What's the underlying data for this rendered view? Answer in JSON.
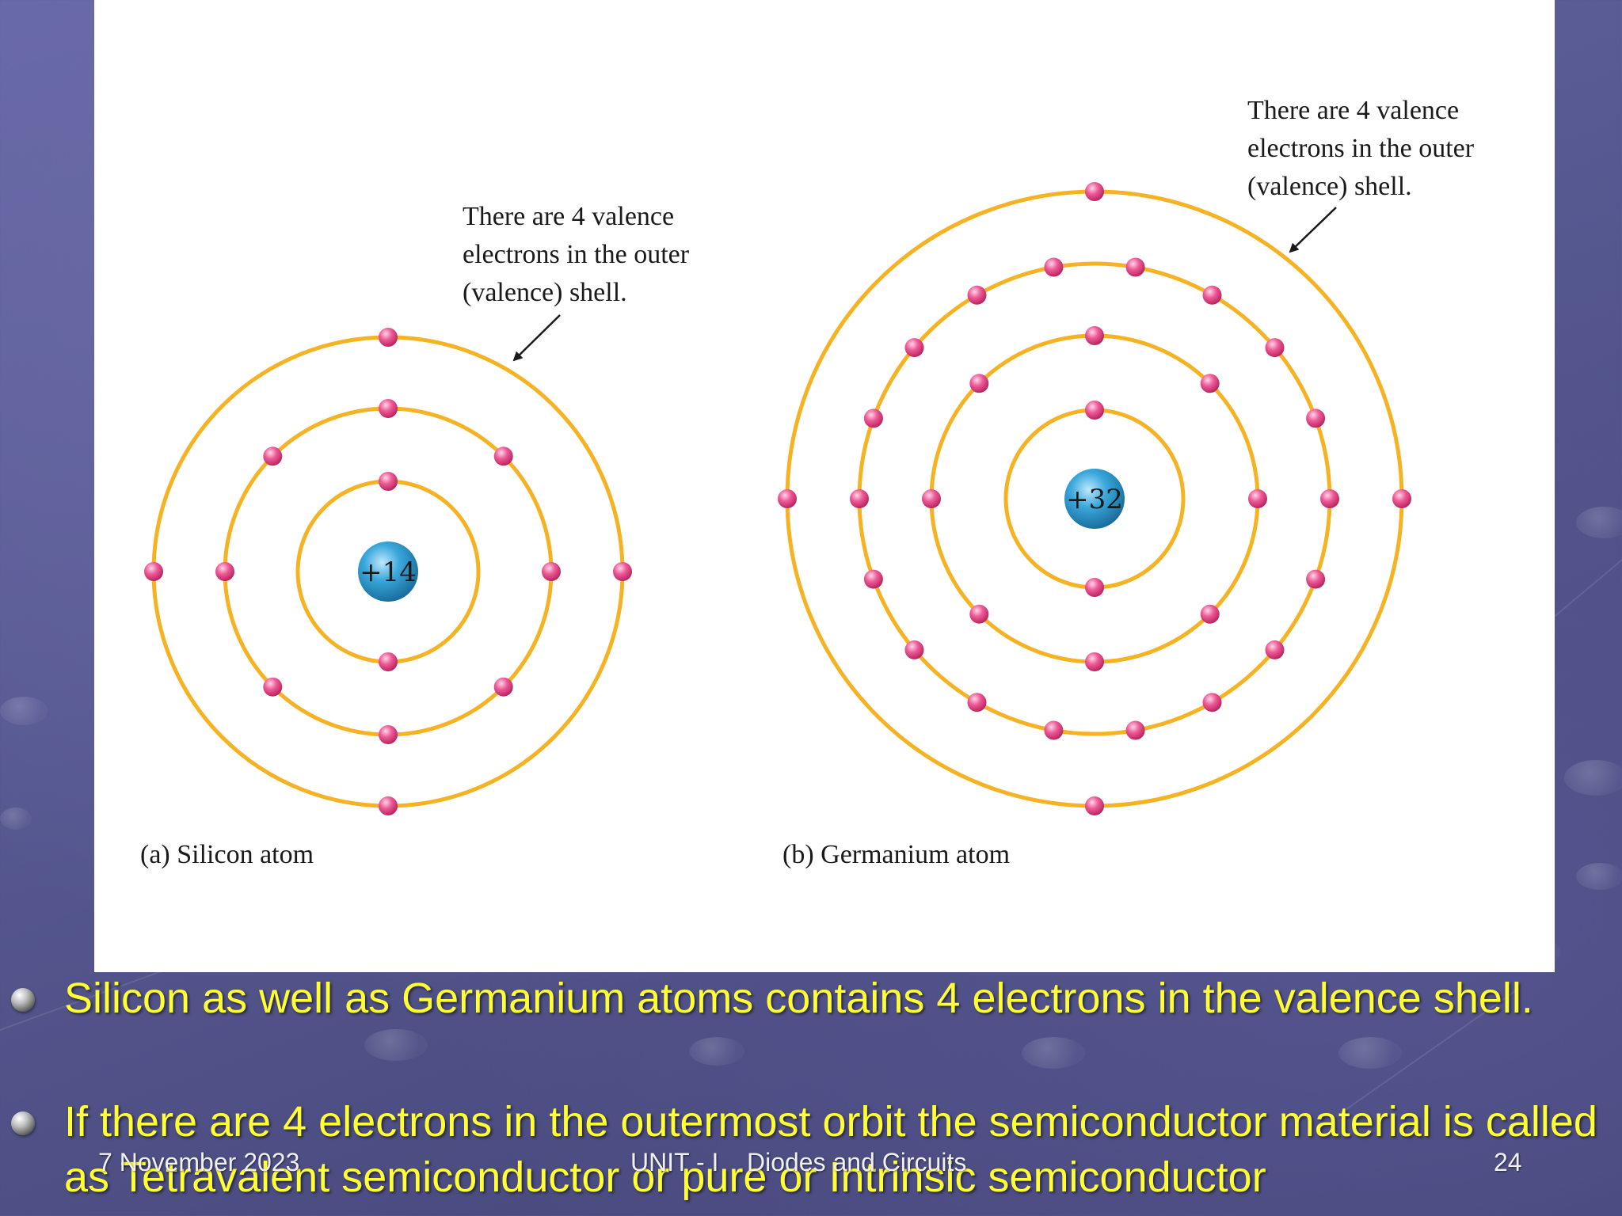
{
  "diagram": {
    "left_atom": {
      "nucleus_label": "+14",
      "caption": "(a) Silicon atom",
      "annotation": [
        "There are 4 valence",
        "electrons in the outer",
        "(valence) shell."
      ]
    },
    "right_atom": {
      "nucleus_label": "+32",
      "caption": "(b) Germanium atom",
      "annotation": [
        "There are 4 valence",
        "electrons in the outer",
        "(valence) shell."
      ]
    },
    "colors": {
      "orbit": "#f5b324",
      "electron": "#e8488a",
      "nucleus": "#2f9fd4",
      "text": "#1a1a1a"
    }
  },
  "bullets": [
    {
      "text": "Silicon as well as Germanium atoms contains 4 electrons in the valence shell."
    },
    {
      "text": "If there are 4 electrons in the outermost orbit the semiconductor material is called as Tetravalent semiconductor or pure or Intrinsic semiconductor"
    }
  ],
  "footer": {
    "date": "7 November 2023",
    "title": "UNIT - I    Diodes and Circuits",
    "page": "24"
  }
}
